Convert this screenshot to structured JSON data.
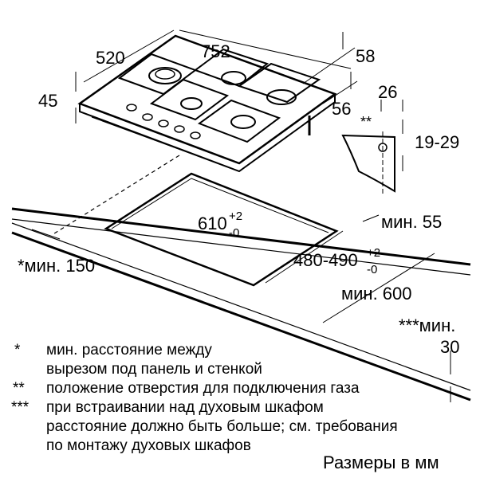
{
  "dimensions": {
    "width": "752",
    "depth": "520",
    "height": "45",
    "back_offset": "58",
    "right_offset": "56",
    "gas_x": "26",
    "gas_y": "19-29",
    "gas_mark": "**",
    "cutout_width": "610",
    "cutout_width_tol_plus": "+2",
    "cutout_width_tol_minus": "-0",
    "cutout_depth": "480-490",
    "cutout_depth_tol_plus": "+2",
    "cutout_depth_tol_minus": "-0",
    "min_back": "мин. 55",
    "min_side": "*мин. 150",
    "min_front": "мин. 600",
    "min_oven": "***мин.",
    "min_oven_value": "30"
  },
  "notes": [
    {
      "mark": "*",
      "text": "мин. расстояние между"
    },
    {
      "mark": "",
      "text": "вырезом под панель и стенкой"
    },
    {
      "mark": "**",
      "text": "положение отверстия для подключения газа"
    },
    {
      "mark": "***",
      "text": "при встраивании над духовым шкафом"
    },
    {
      "mark": "",
      "text": "расстояние должно быть больше; см. требования"
    },
    {
      "mark": "",
      "text": "по монтажу духовых шкафов"
    }
  ],
  "units_caption": "Размеры в мм"
}
